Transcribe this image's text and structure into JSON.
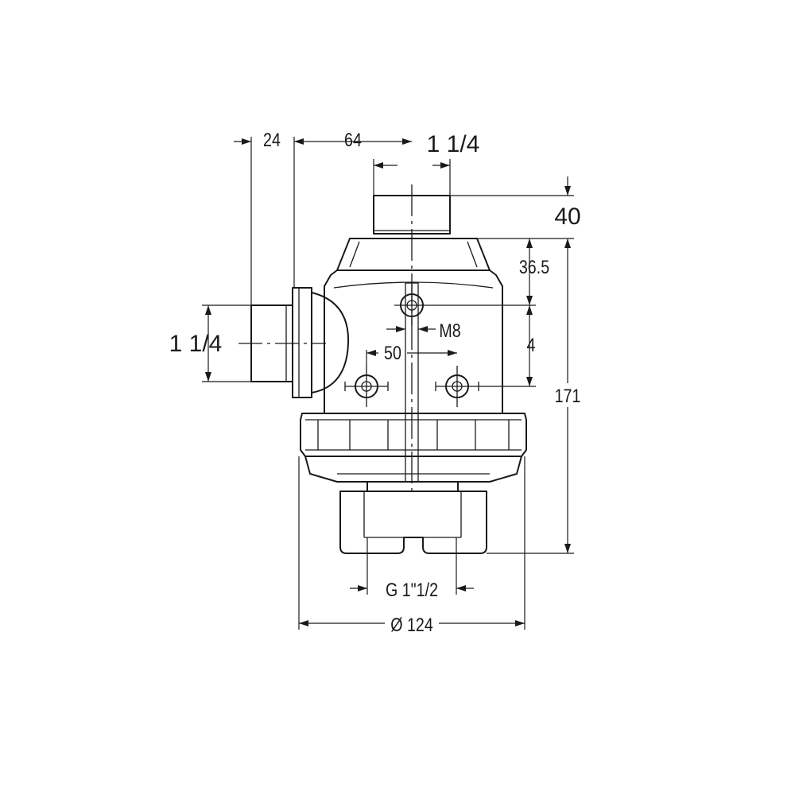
{
  "dimensions": {
    "d24": "24",
    "d64": "64",
    "thread_top": "1 1/4",
    "d40": "40",
    "d36_5": "36.5",
    "m8": "M8",
    "d50": "50",
    "d4": "4",
    "d171": "171",
    "thread_side": "1 1/4",
    "g_bottom": "G 1\"1/2",
    "diameter": "Ø 124"
  }
}
